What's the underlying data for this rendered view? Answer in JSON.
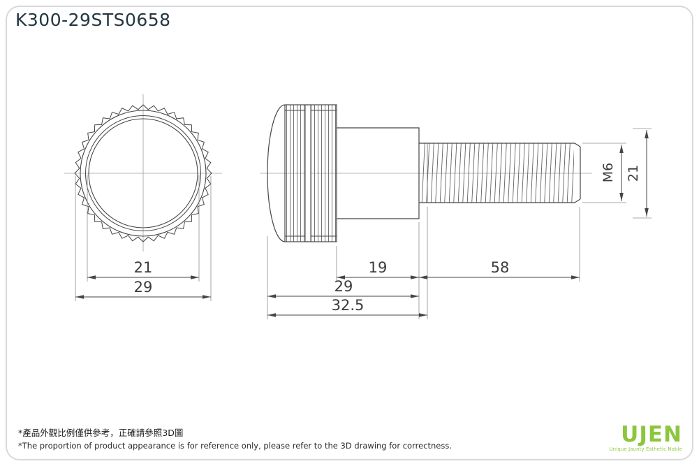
{
  "title": "K300-29STS0658",
  "colors": {
    "accent_green": "#8CC63E",
    "line_color": "#454545"
  },
  "drawing": {
    "front_view": {
      "inner_diameter": "21",
      "outer_diameter": "29"
    },
    "side_view": {
      "collar_length": "19",
      "thread_length": "58",
      "knob_length": "29",
      "overall_length": "32.5",
      "thread_spec": "M6",
      "body_diameter": "21"
    }
  },
  "footer": {
    "note_zh": "*產品外觀比例僅供參考，正確請參照3D圖",
    "note_en": "*The proportion of product appearance is for reference only, please refer to the 3D drawing for correctness."
  },
  "logo": {
    "name": "UJEN",
    "tagline": "Unique Jaunty Esthetic Noble"
  }
}
